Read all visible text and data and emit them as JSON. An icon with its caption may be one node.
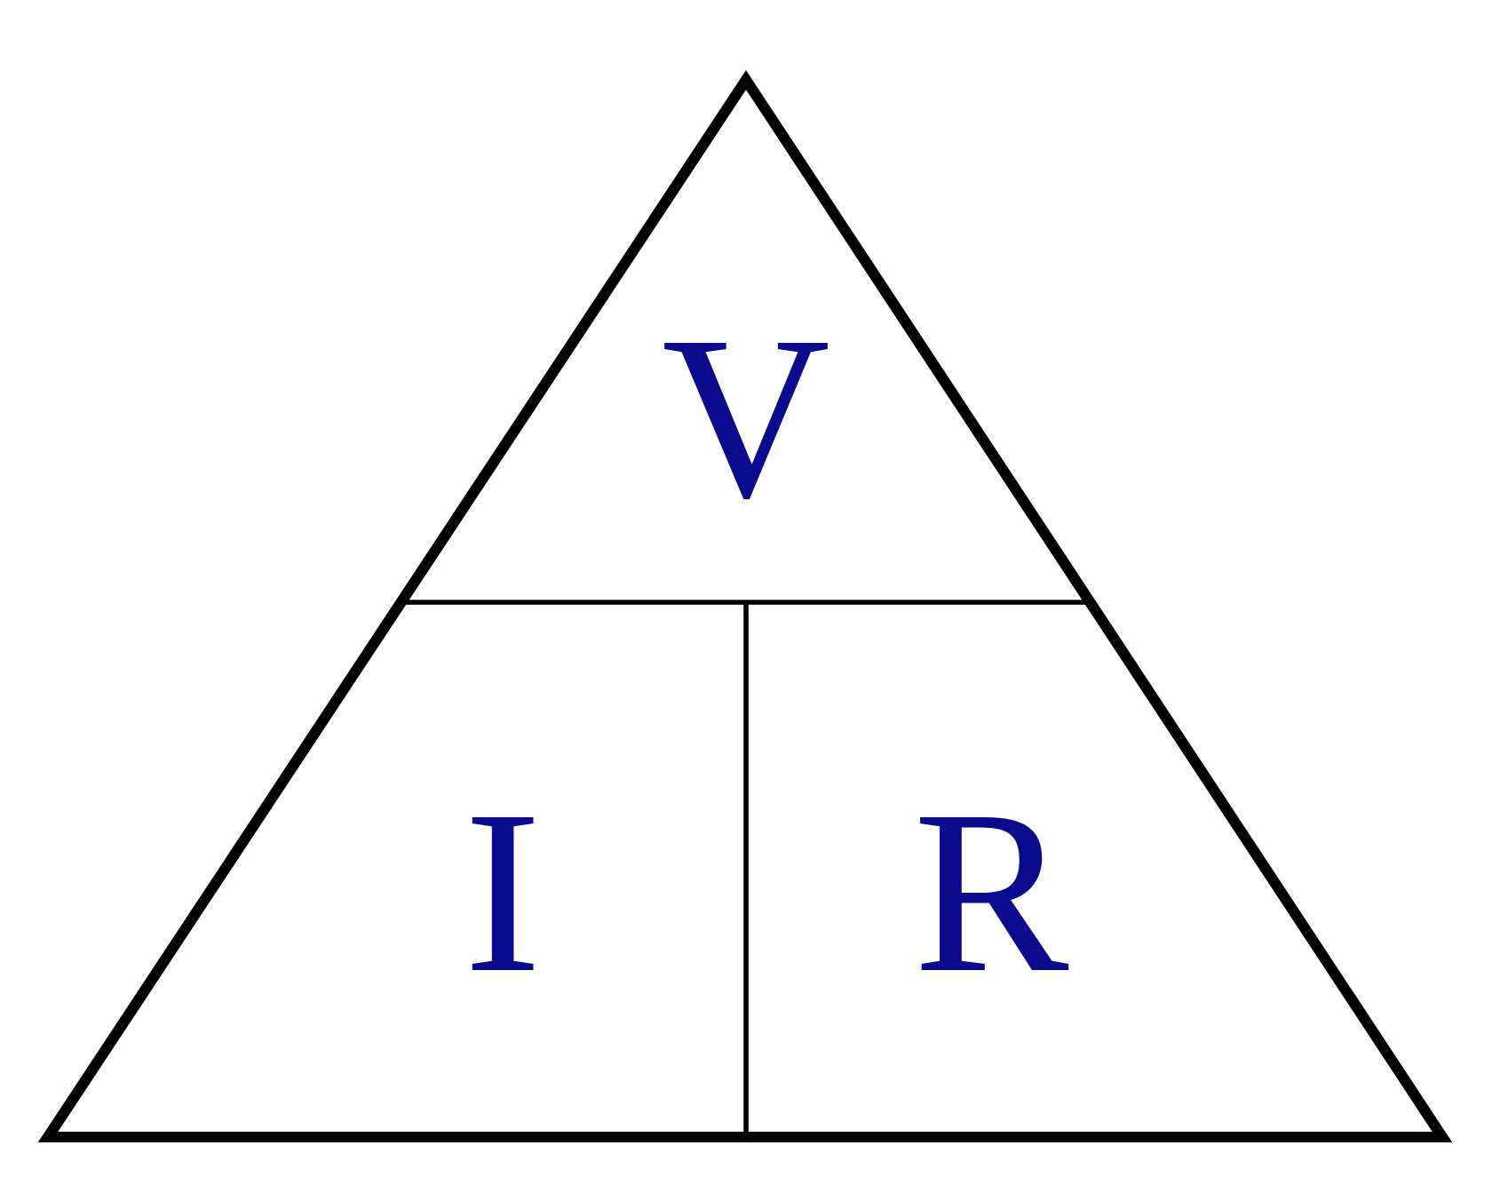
{
  "diagram": {
    "nodes": [
      {
        "text": [],
        "shape": "triangle"
      },
      {
        "text": [
          "V"
        ],
        "in": 0
      },
      {
        "text": [
          "I"
        ],
        "in": 0
      },
      {
        "text": [
          "R"
        ],
        "in": 0
      }
    ]
  }
}
